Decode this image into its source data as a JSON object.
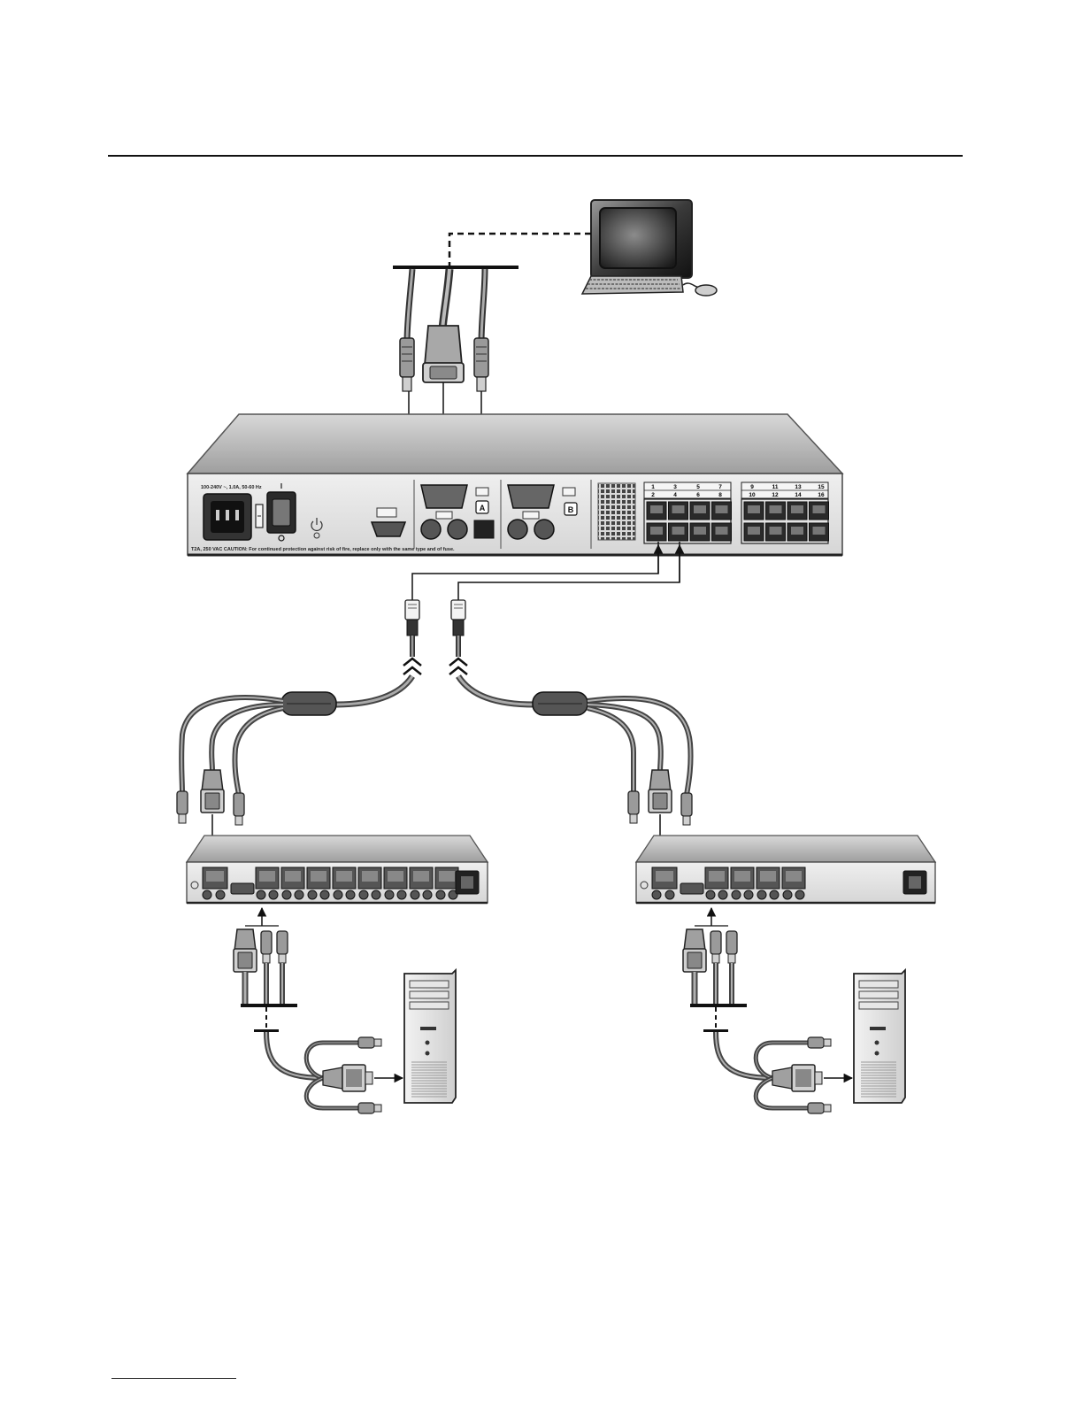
{
  "kvm_switch": {
    "power_rating": "100-240V ~, 1.0A, 50-60 Hz",
    "fuse_caution": "T2A, 250 VAC    CAUTION: For continued protection against risk of fire, replace only with the same type and of fuse.",
    "port_labels_top": [
      "1",
      "3",
      "5",
      "7",
      "9",
      "11",
      "13",
      "15"
    ],
    "port_labels_bottom": [
      "2",
      "4",
      "6",
      "8",
      "10",
      "12",
      "14",
      "16"
    ],
    "port_a_label": "A",
    "port_b_label": "B",
    "power_switch_label": "I",
    "power_off_label": "O"
  }
}
